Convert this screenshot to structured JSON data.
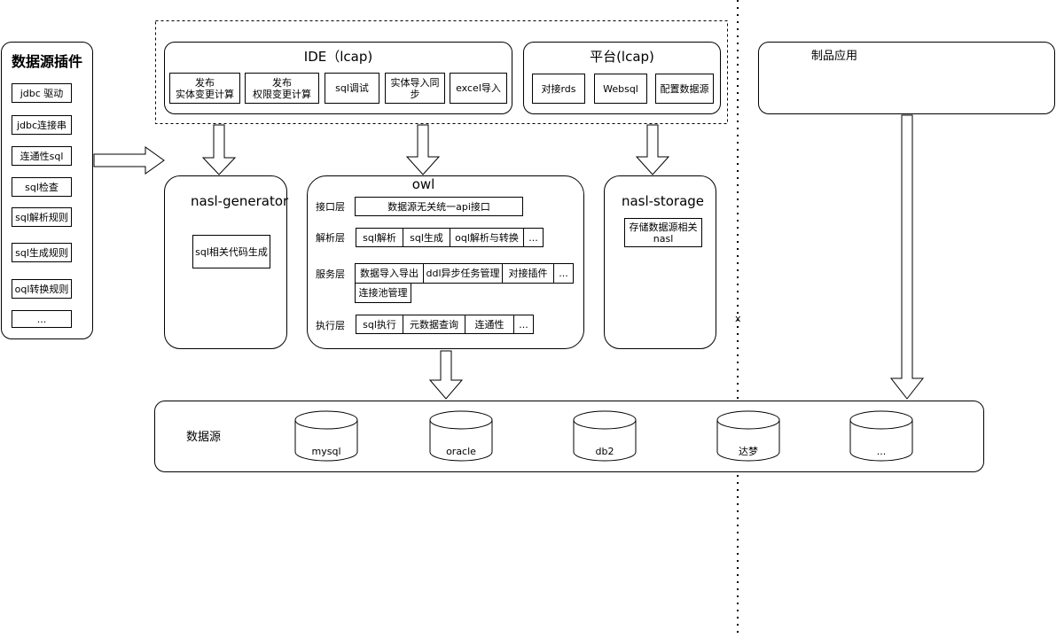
{
  "plugin": {
    "title": "数据源插件",
    "items": [
      "jdbc 驱动",
      "jdbc连接串",
      "连通性sql",
      "sql检查",
      "sql解析规则",
      "sql生成规则",
      "oql转换规则",
      "..."
    ]
  },
  "ide": {
    "title": "IDE（lcap)",
    "items": [
      {
        "line1": "发布",
        "line2": "实体变更计算"
      },
      {
        "line1": "发布",
        "line2": "权限变更计算"
      },
      {
        "line1": "sql调试",
        "line2": ""
      },
      {
        "line1": "实体导入同",
        "line2": "步"
      },
      {
        "line1": "excel导入",
        "line2": ""
      }
    ]
  },
  "platform": {
    "title": "平台(lcap)",
    "items": [
      "对接rds",
      "Websql",
      "配置数据源"
    ]
  },
  "product": {
    "title": "制品应用"
  },
  "nasl_generator": {
    "title": "nasl-generator",
    "item": "sql相关代码生成"
  },
  "owl": {
    "title": "owl",
    "interface": {
      "label": "接口层",
      "items": [
        "数据源无关统一api接口"
      ]
    },
    "parse": {
      "label": "解析层",
      "items": [
        "sql解析",
        "sql生成",
        "oql解析与转换",
        "..."
      ]
    },
    "service": {
      "label": "服务层",
      "items": [
        "数据导入导出",
        "ddl异步任务管理",
        "对接插件",
        "...",
        "连接池管理"
      ]
    },
    "exec": {
      "label": "执行层",
      "items": [
        "sql执行",
        "元数据查询",
        "连通性",
        "..."
      ]
    }
  },
  "nasl_storage": {
    "title": "nasl-storage",
    "line1": "存储数据源相关",
    "line2": "nasl"
  },
  "datasource": {
    "label": "数据源",
    "dbs": [
      "mysql",
      "oracle",
      "db2",
      "达梦",
      "..."
    ]
  },
  "divider_mark": "x"
}
